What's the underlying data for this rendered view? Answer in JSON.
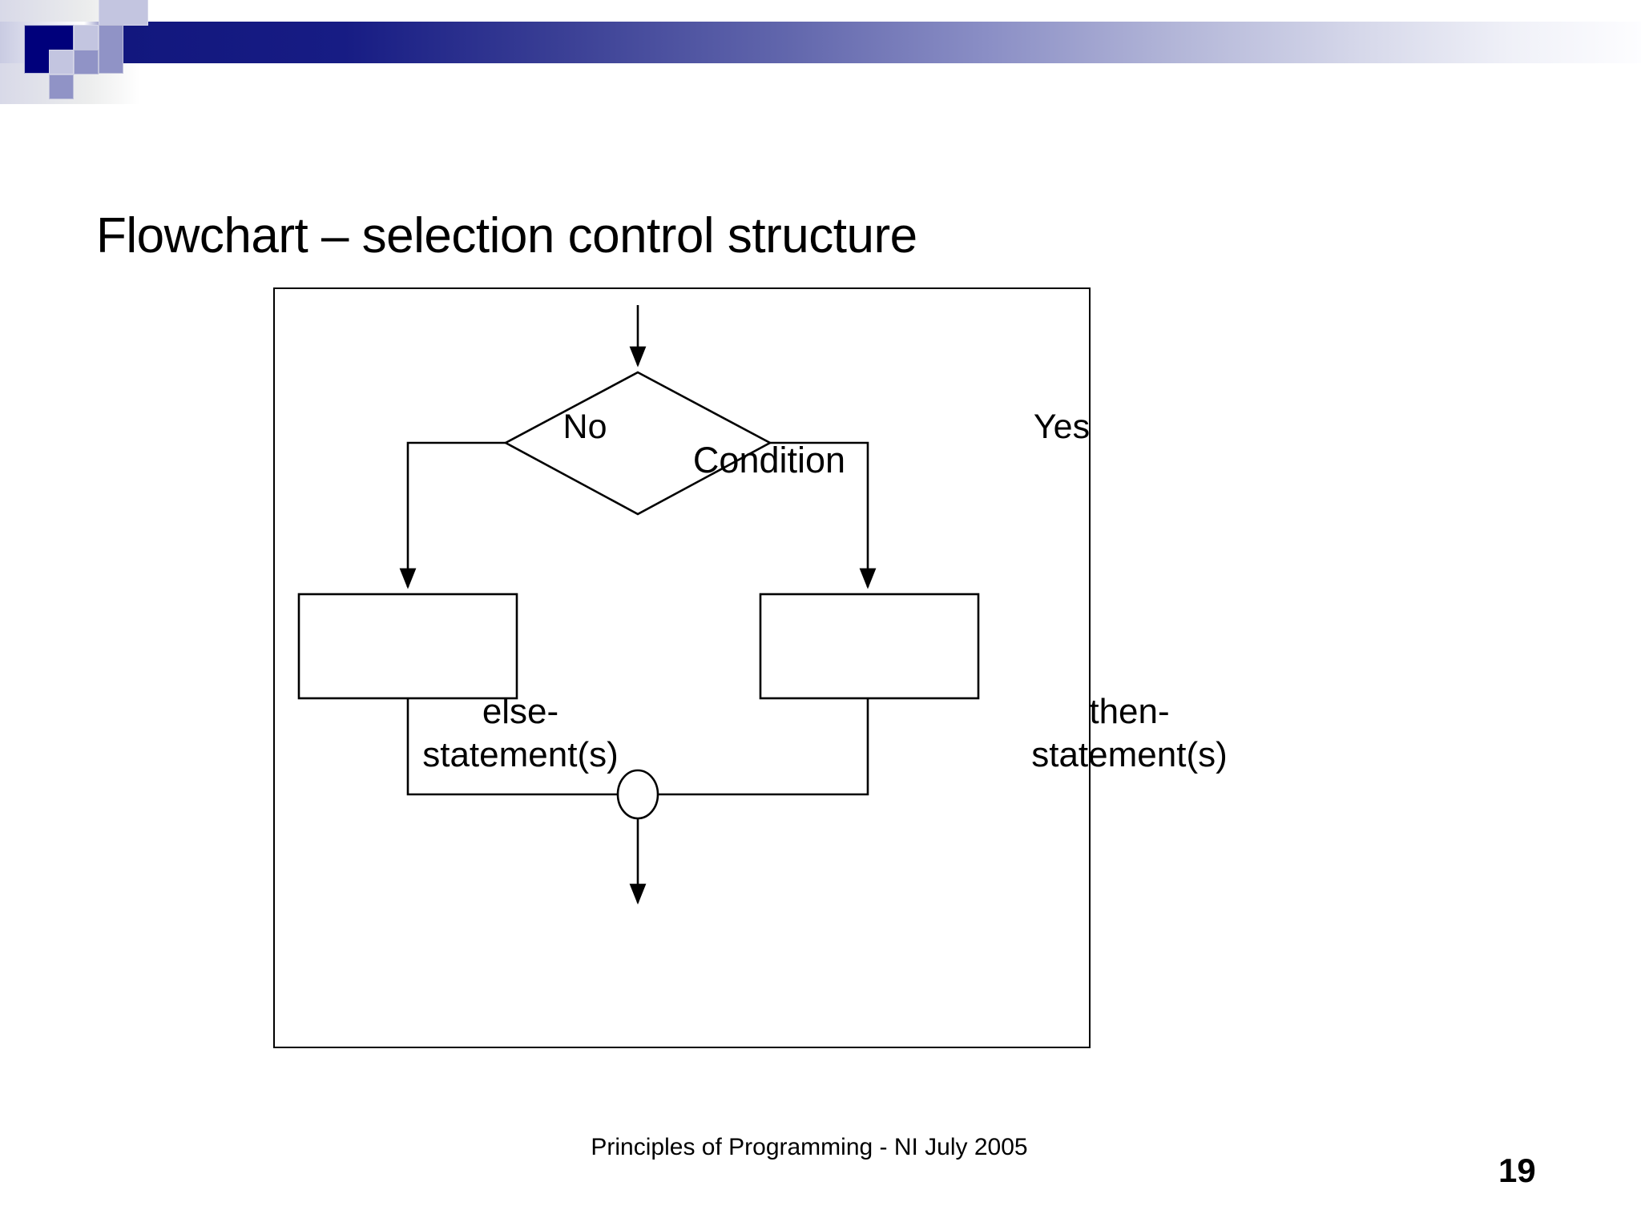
{
  "slide": {
    "title": "Flowchart – selection control structure",
    "page_number": "19",
    "footer": "Principles of Programming - NI July 2005"
  },
  "theme": {
    "banner_dark": "#12177e",
    "banner_block_dark": "#00007b",
    "banner_block_light": "#c3c5e0",
    "banner_block_mid": "#9093c6",
    "line_color": "#000000",
    "background": "#ffffff"
  },
  "diagram": {
    "type": "flowchart",
    "name": "selection-control-structure",
    "decision": {
      "shape": "diamond",
      "label": "Condition"
    },
    "branches": [
      {
        "label": "No",
        "side": "left",
        "target": "else-statement(s)"
      },
      {
        "label": "Yes",
        "side": "right",
        "target": "then-statement(s)"
      }
    ],
    "processes": [
      {
        "shape": "rectangle",
        "label": "else-\nstatement(s)",
        "side": "left"
      },
      {
        "shape": "rectangle",
        "label": "then-\nstatement(s)",
        "side": "right"
      }
    ],
    "merge": {
      "shape": "circle",
      "label": ""
    },
    "entry_arrow": true,
    "exit_arrow": true
  }
}
